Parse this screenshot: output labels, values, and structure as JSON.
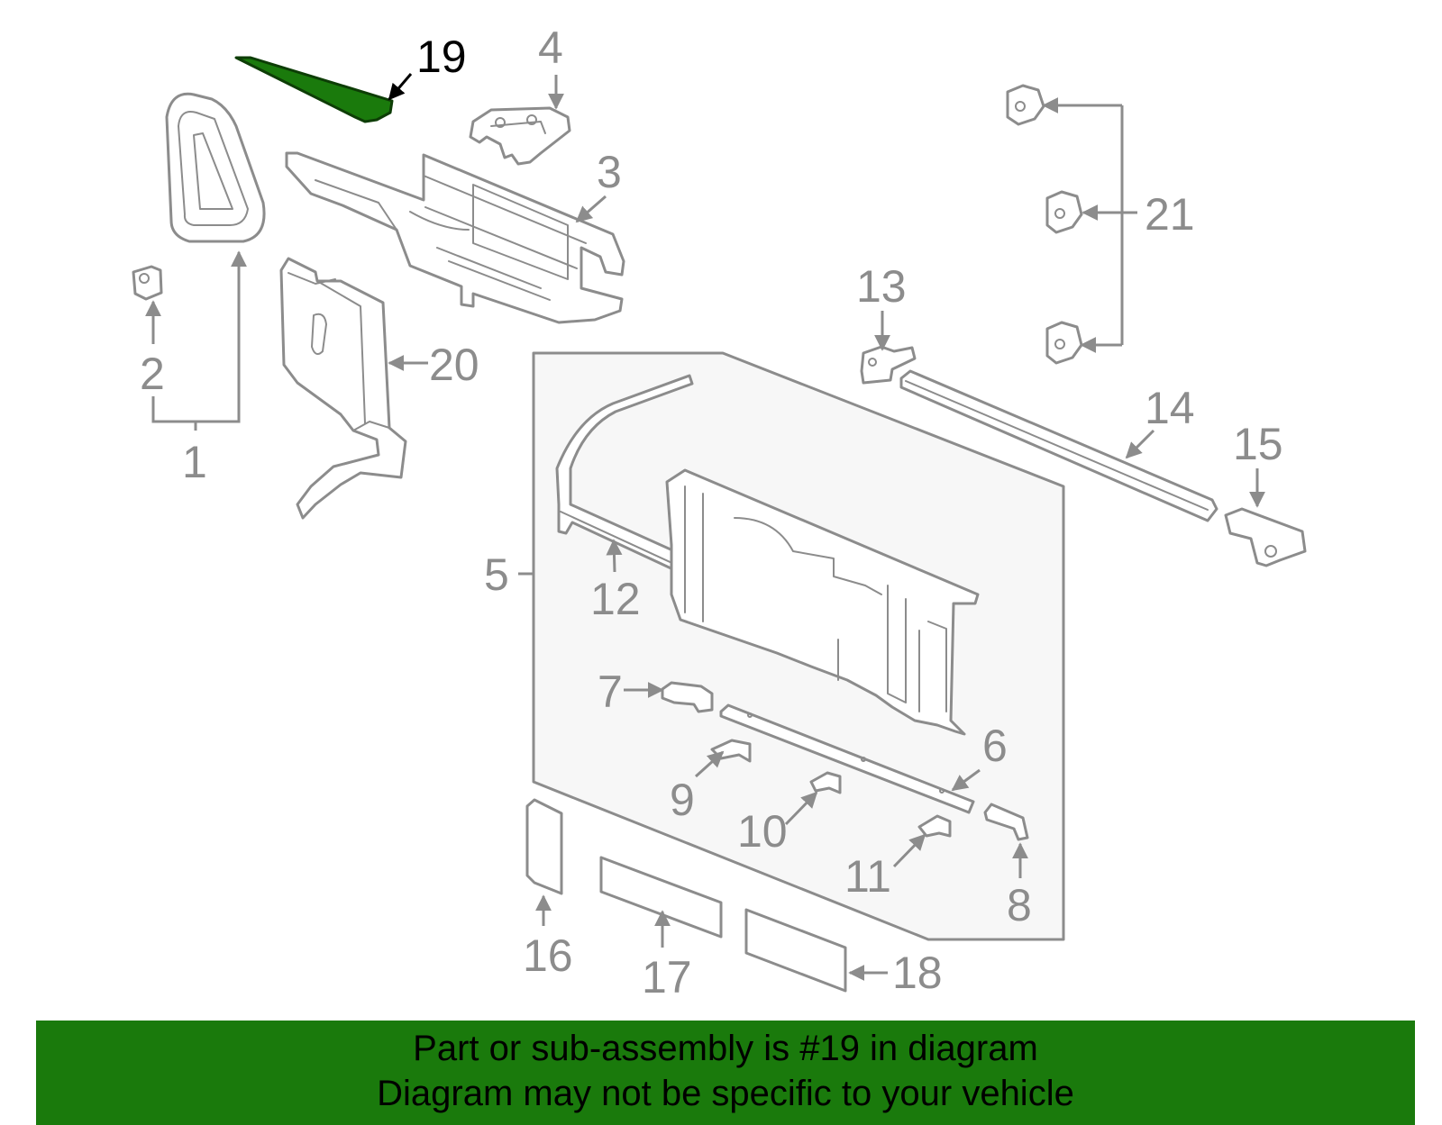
{
  "diagram": {
    "highlight_color": "#1a7a0c",
    "line_color": "#8c8c8c",
    "callouts": {
      "c1": "1",
      "c2": "2",
      "c3": "3",
      "c4": "4",
      "c5": "5",
      "c6": "6",
      "c7": "7",
      "c8": "8",
      "c9": "9",
      "c10": "10",
      "c11": "11",
      "c12": "12",
      "c13": "13",
      "c14": "14",
      "c15": "15",
      "c16": "16",
      "c17": "17",
      "c18": "18",
      "c19": "19",
      "c20": "20",
      "c21": "21"
    }
  },
  "banner": {
    "line1": "Part or sub-assembly is #19 in diagram",
    "line2": "Diagram may not be specific to your vehicle",
    "background": "#1a7a0c"
  }
}
